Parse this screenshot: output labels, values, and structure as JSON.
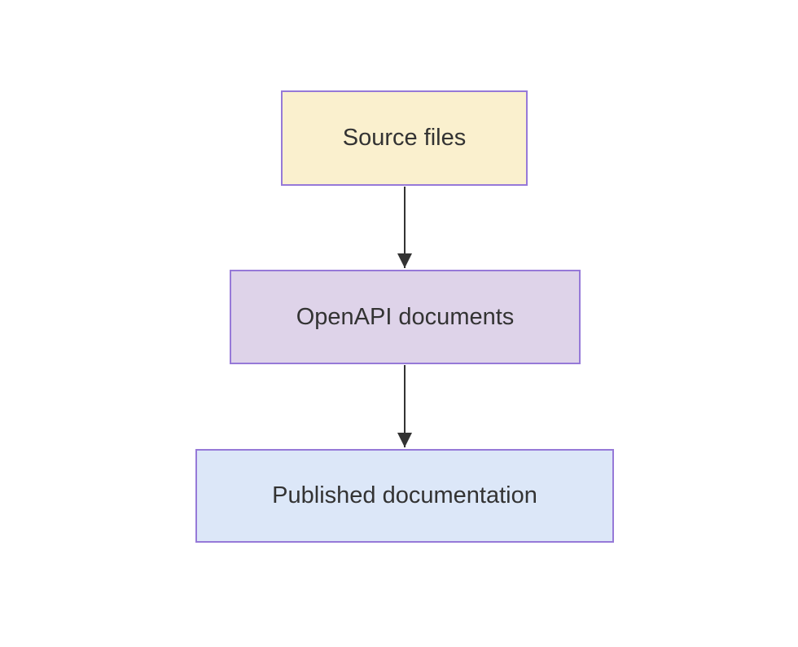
{
  "diagram": {
    "type": "flowchart",
    "direction": "top-down",
    "background_color": "#ffffff",
    "text_color": "#333333",
    "edge_color": "#333333",
    "node_border_color": "#9679d8",
    "nodes": [
      {
        "id": "source-files",
        "label": "Source files",
        "fill": "#faf0ce",
        "border": "#9679d8"
      },
      {
        "id": "openapi-documents",
        "label": "OpenAPI documents",
        "fill": "#ded3e9",
        "border": "#9679d8"
      },
      {
        "id": "published-documentation",
        "label": "Published documentation",
        "fill": "#dce7f8",
        "border": "#9679d8"
      }
    ],
    "edges": [
      {
        "from": "Source files",
        "to": "OpenAPI documents",
        "style": "solid-arrow-down"
      },
      {
        "from": "OpenAPI documents",
        "to": "Published documentation",
        "style": "solid-arrow-down"
      }
    ]
  }
}
